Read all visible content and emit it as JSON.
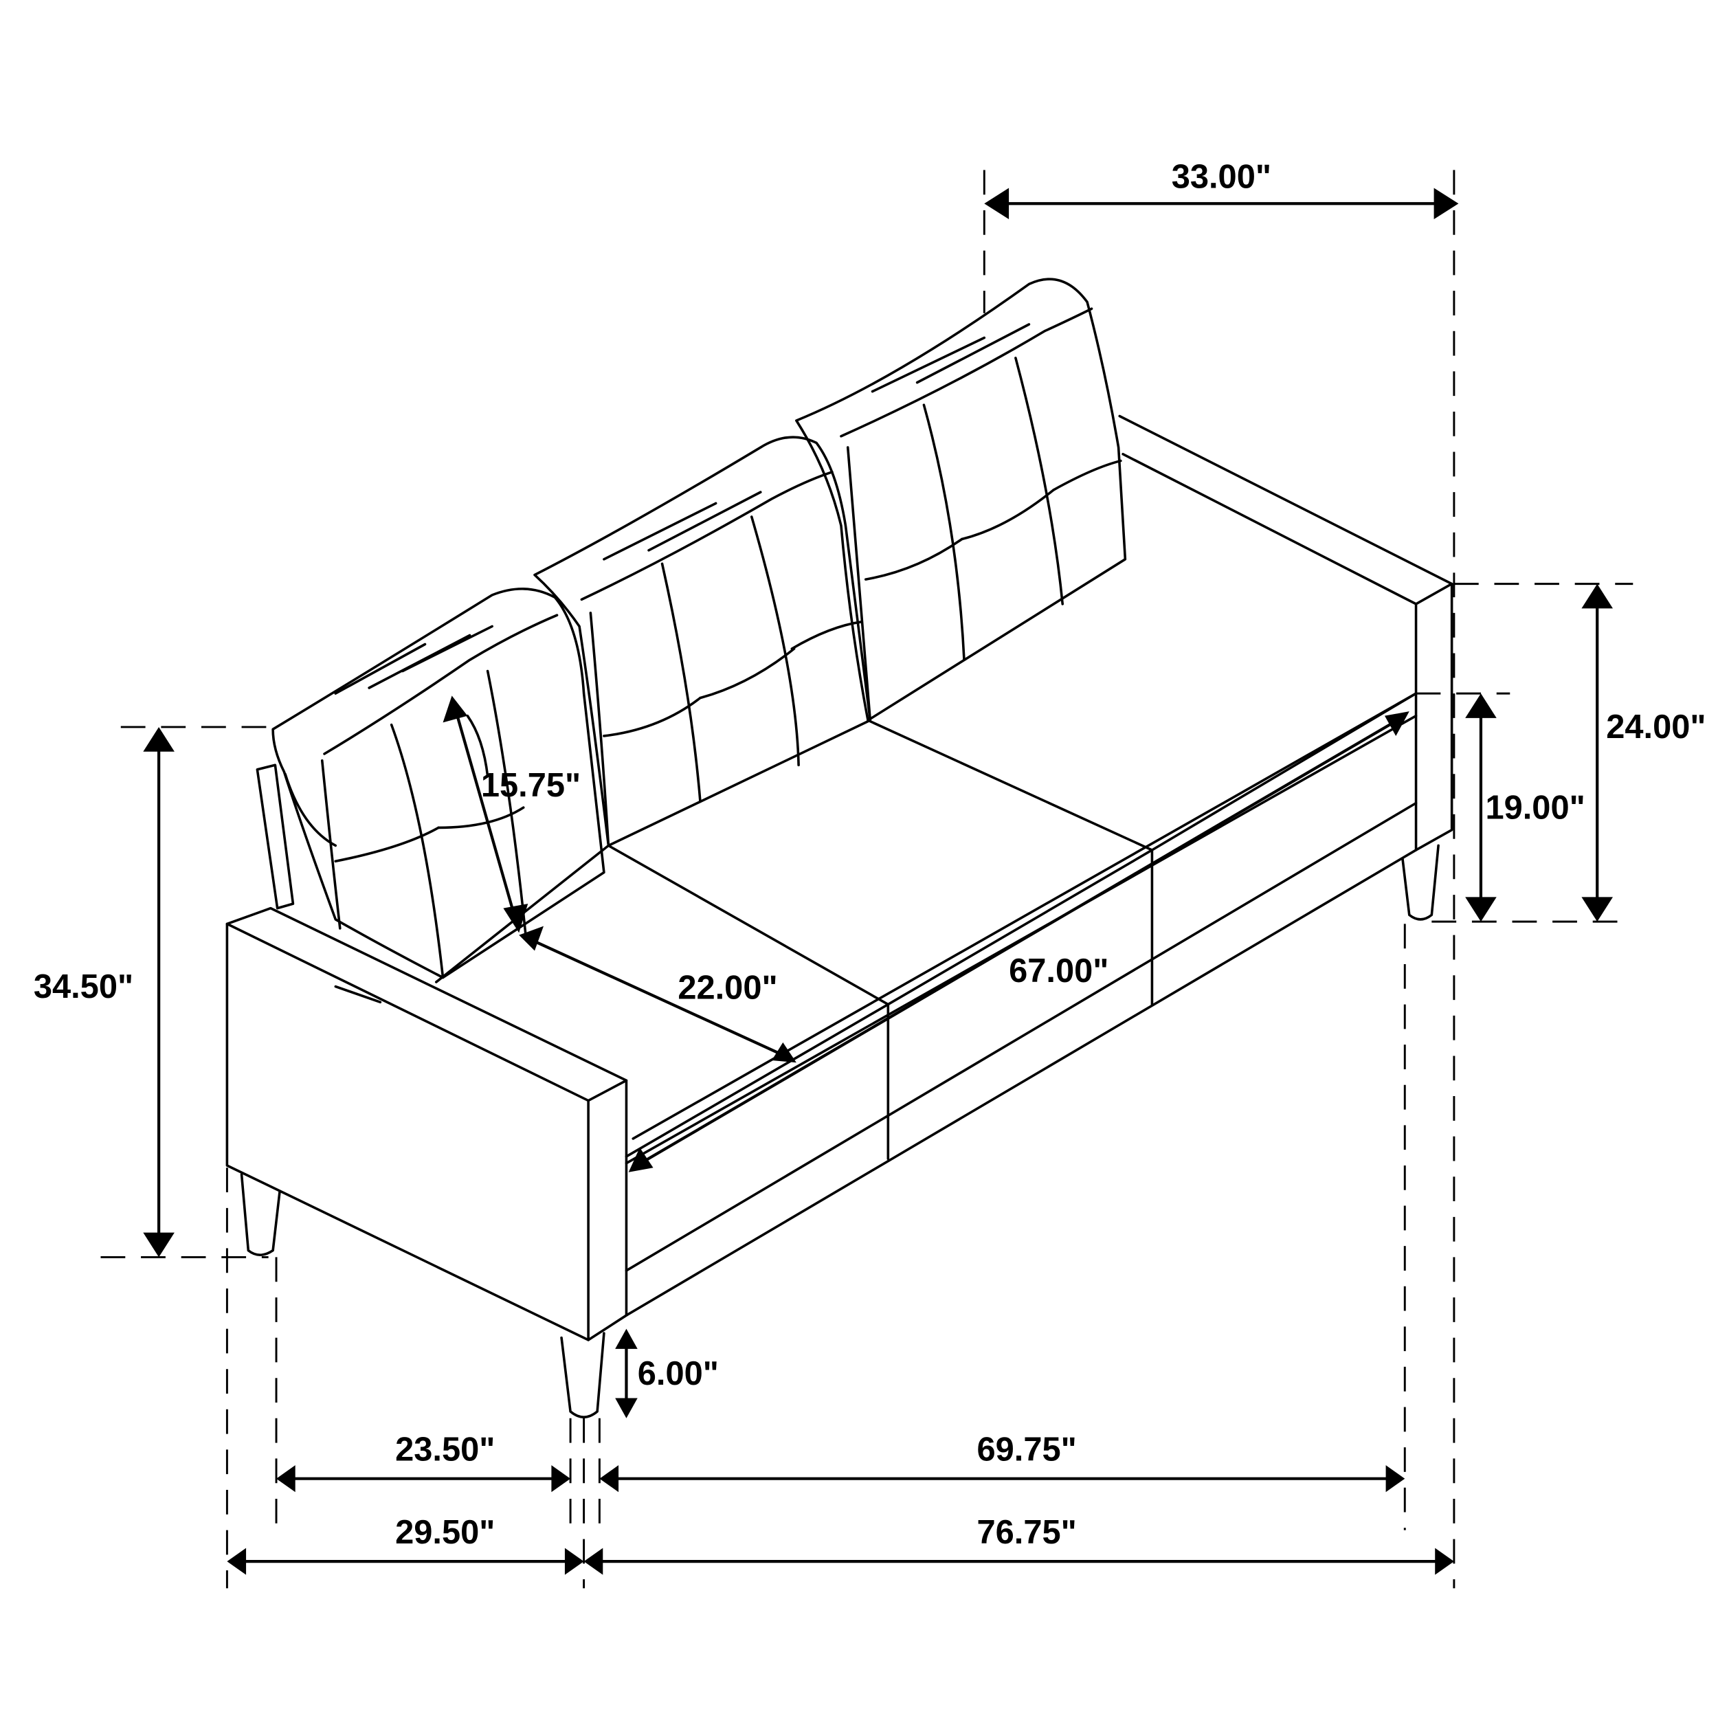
{
  "diagram": {
    "subject": "3-seat tufted sofa dimension drawing",
    "colors": {
      "line": "#000000",
      "background": "#ffffff"
    },
    "dimensions": {
      "back_depth_top": "33.00\"",
      "arm_height": "24.00\"",
      "seat_height": "19.00\"",
      "overall_height": "34.50\"",
      "back_cushion_height": "15.75\"",
      "seat_depth": "22.00\"",
      "seat_width": "67.00\"",
      "leg_height": "6.00\"",
      "depth_between_legs": "23.50\"",
      "width_between_legs": "69.75\"",
      "overall_depth": "29.50\"",
      "overall_width": "76.75\""
    }
  }
}
